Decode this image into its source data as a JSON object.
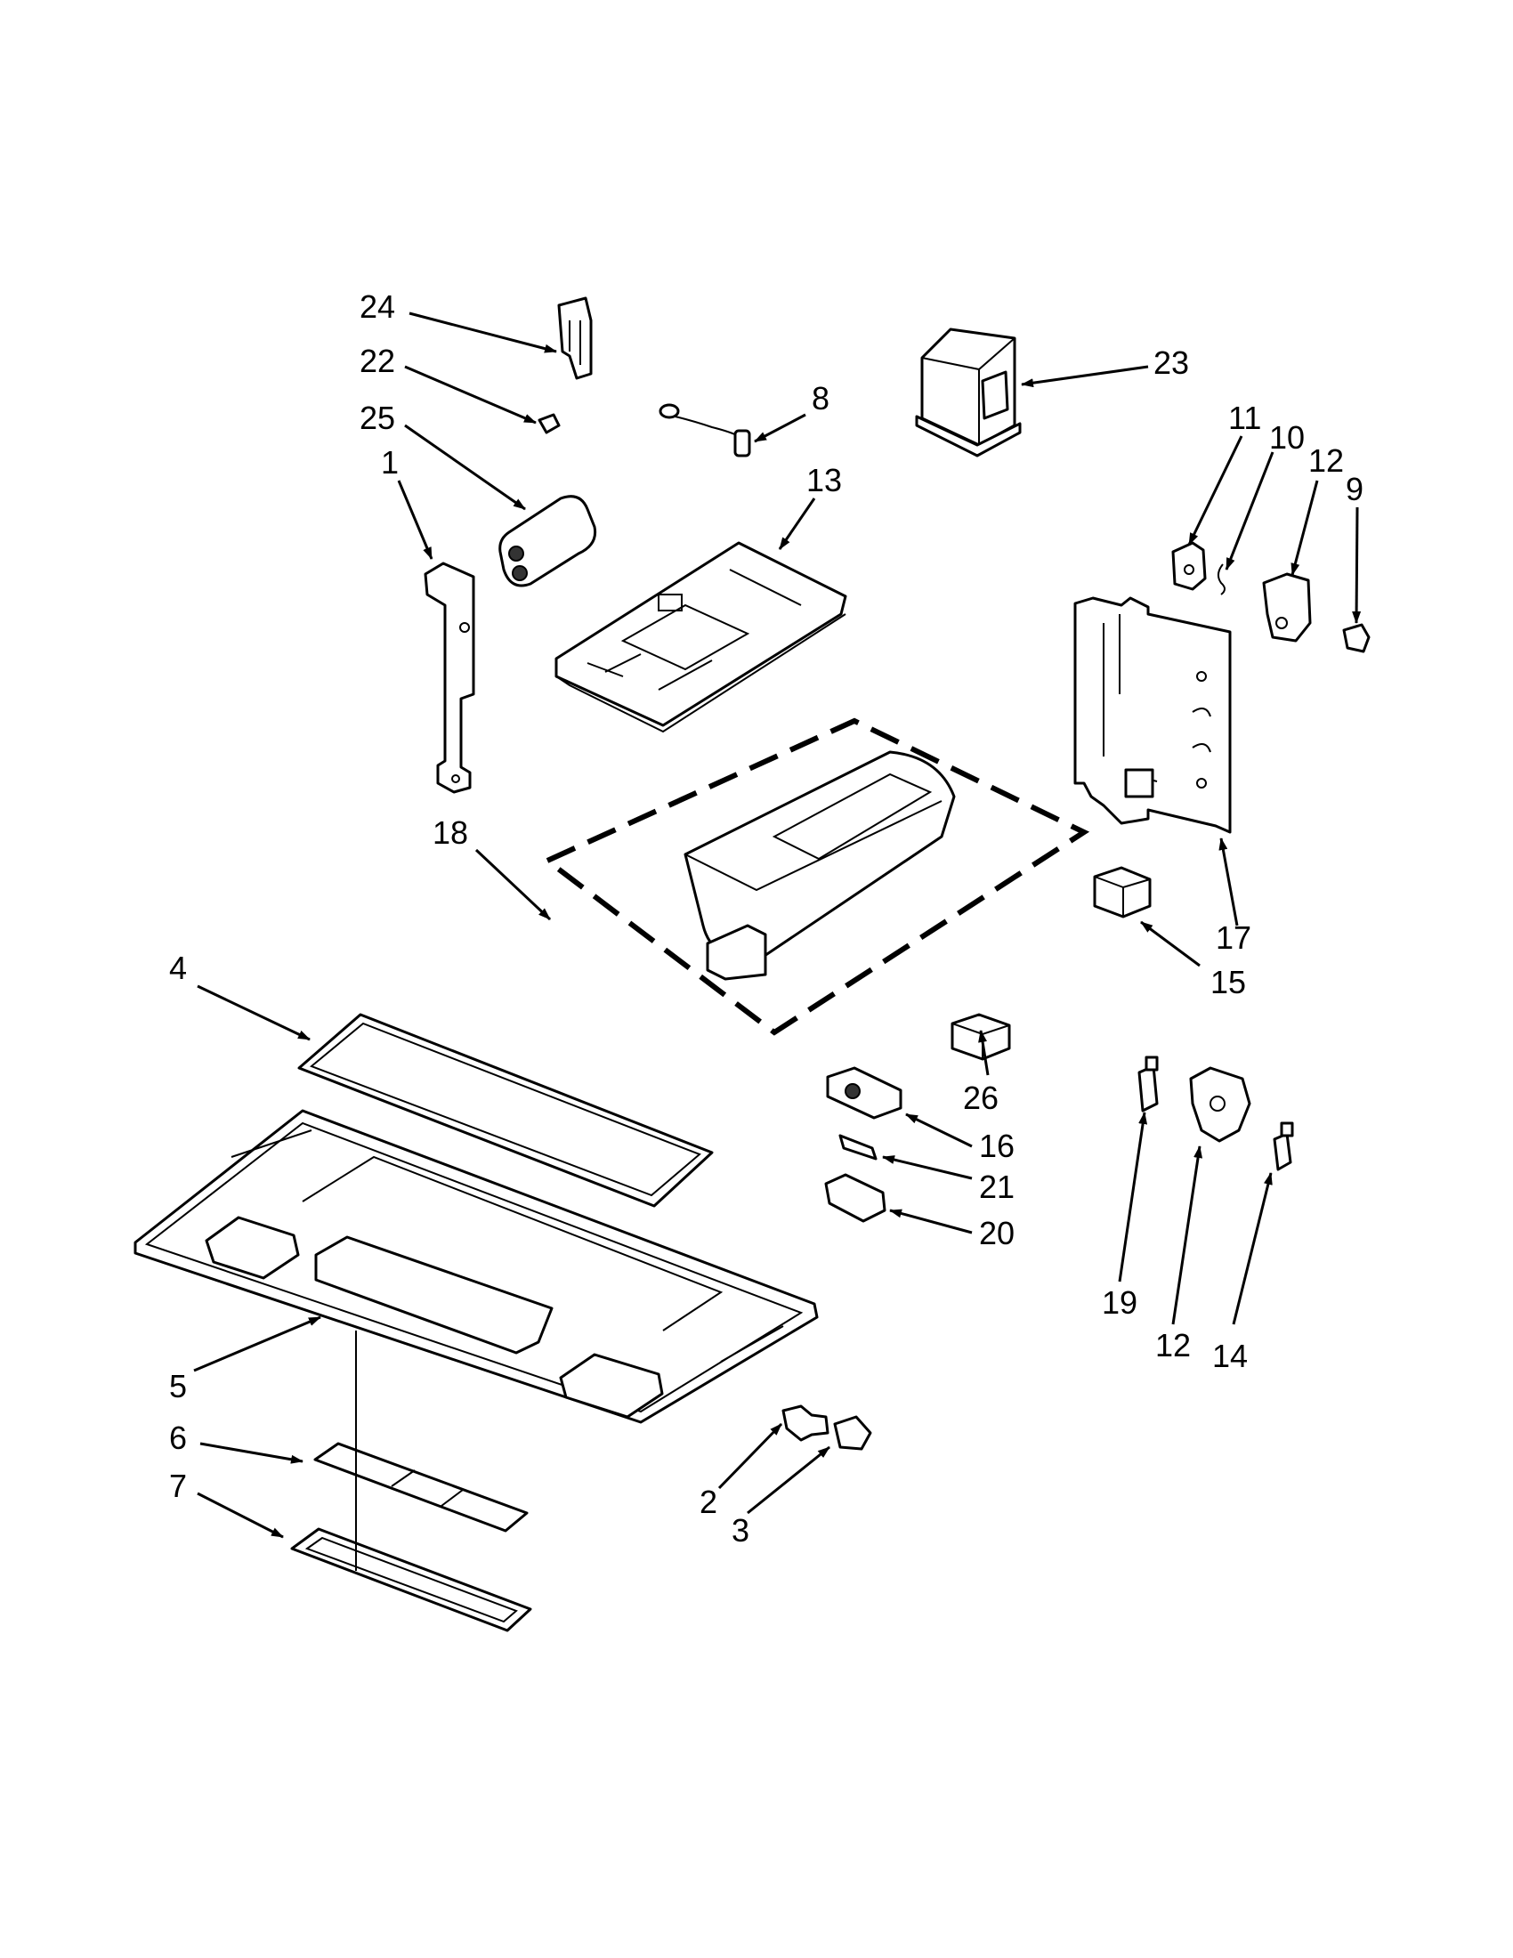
{
  "diagram": {
    "callouts": [
      "24",
      "22",
      "25",
      "1",
      "8",
      "23",
      "13",
      "11",
      "10",
      "12",
      "9",
      "18",
      "17",
      "15",
      "4",
      "26",
      "16",
      "21",
      "20",
      "19",
      "12",
      "14",
      "5",
      "6",
      "7",
      "2",
      "3"
    ],
    "colors": {
      "ink": "#000000",
      "paper": "#ffffff"
    }
  }
}
